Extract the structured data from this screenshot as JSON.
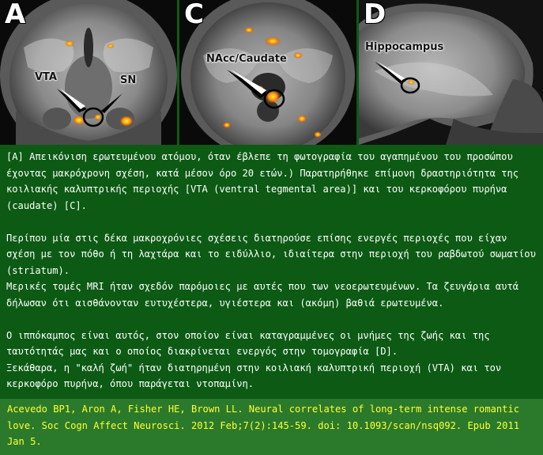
{
  "figure": {
    "panels": [
      {
        "letter": "A",
        "labels": [
          "VTA",
          "SN"
        ]
      },
      {
        "letter": "C",
        "labels": [
          "NAcc/Caudate"
        ]
      },
      {
        "letter": "D",
        "labels": [
          "Hippocampus"
        ]
      }
    ]
  },
  "text": {
    "p1": "[A] Απεικόνιση ερωτευμένου ατόμου, όταν έβλεπε τη φωτογραφία του αγαπημένου του προσώπου έχοντας μακρόχρονη σχέση, κατά μέσον όρο 20 ετών.) Παρατηρήθηκε επίμονη δραστηριότητα της κοιλιακής καλυπτρικής περιοχής [VTA (ventral tegmental area)] και του κερκοφόρου πυρήνα (caudate) [C].",
    "p2": "Περίπου μία στις δέκα μακροχρόνιες σχέσεις διατηρούσε επίσης ενεργές περιοχές που είχαν σχέση με τον πόθο ή τη λαχτάρα και το ειδύλλιο, ιδιαίτερα στην περιοχή του ραβδωτού σωματίου (striatum).",
    "p3": "Μερικές τομές  MRI ήταν σχεδόν παρόμοιες με αυτές που των νεοερωτευμένων. Τα ζευγάρια αυτά δήλωσαν ότι αισθάνονταν ευτυχέστερα, υγιέστερα και (ακόμη) βαθιά ερωτευμένα.",
    "p4": "Ο ιππόκαμπος είναι αυτός,   στον οποίον είναι καταγραμμένες οι μνήμες της ζωής και της ταυτότητάς μας και ο οποίος διακρίνεται ενεργός στην τομογραφία   [D].",
    "p5": "Ξεκάθαρα, η \"καλή ζωή\" ήταν διατηρημένη στην  κοιλιακή καλυπτρική περιοχή (VTA) και τον κερκοφόρο πυρήνα, όπου παράγεται ντοπαμίνη."
  },
  "citation": "Acevedo BP1, Aron A, Fisher HE, Brown LL. Neural correlates of long-term intense romantic love. Soc Cogn Affect Neurosci. 2012 Feb;7(2):145-59. doi: 10.1093/scan/nsq092. Epub 2011 Jan 5.",
  "colors": {
    "background": "#0c5a14",
    "citation_background": "#2b7a2b",
    "citation_text": "#ffff33",
    "body_text": "#ffffff",
    "activation": "#ff9900"
  }
}
